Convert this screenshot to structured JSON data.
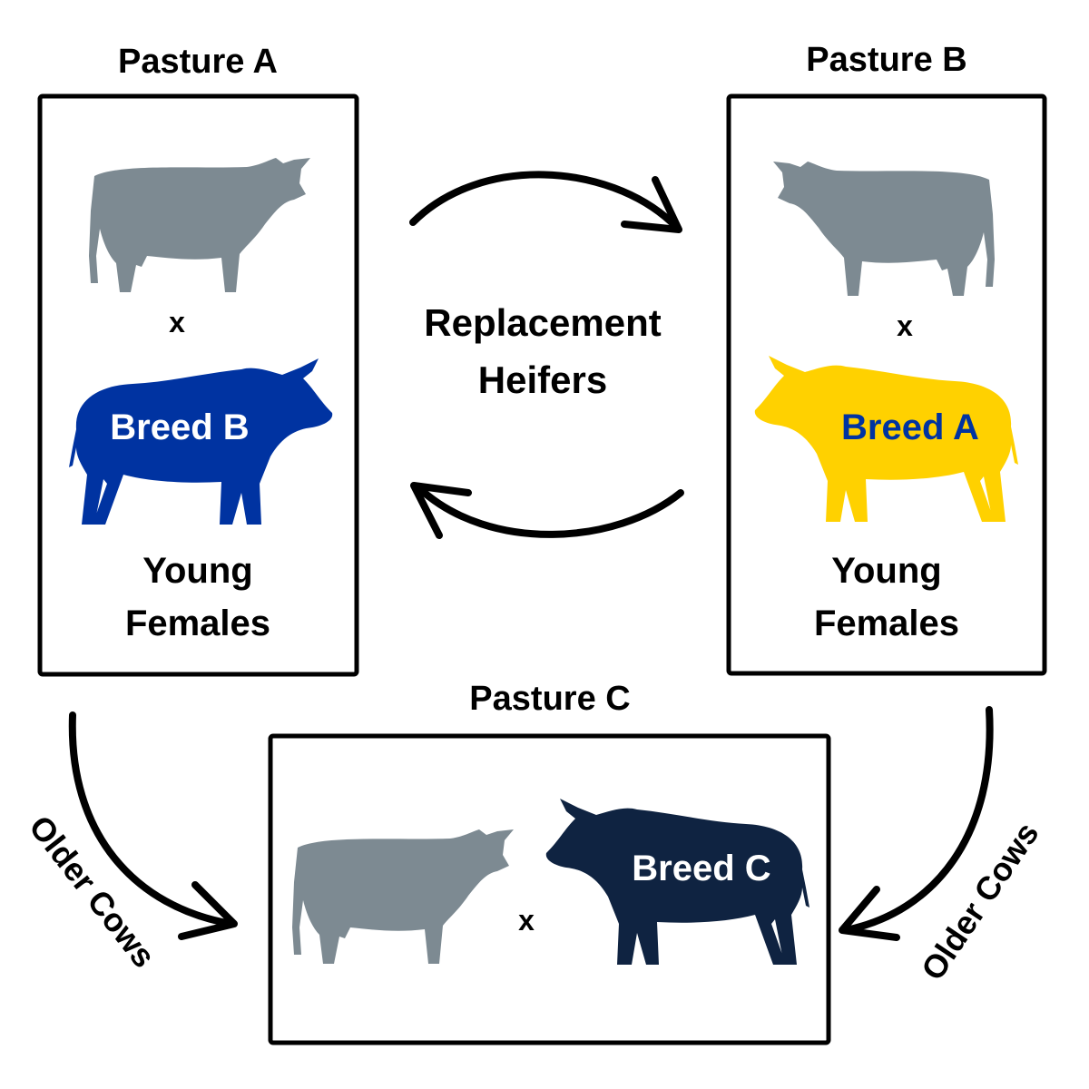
{
  "pastures": {
    "a": {
      "title": "Pasture A",
      "cross": "x",
      "bull_label": "Breed B",
      "group": [
        "Young",
        "Females"
      ]
    },
    "b": {
      "title": "Pasture B",
      "cross": "x",
      "bull_label": "Breed A",
      "group": [
        "Young",
        "Females"
      ]
    },
    "c": {
      "title": "Pasture C",
      "cross": "x",
      "bull_label": "Breed C"
    }
  },
  "flows": {
    "replacement": [
      "Replacement",
      "Heifers"
    ],
    "older_left": "Older Cows",
    "older_right": "Older Cows"
  },
  "colors": {
    "cow": "#7d8a92",
    "breed_a": "#ffd100",
    "breed_b": "#0033a1",
    "breed_c": "#0f2341",
    "breed_a_text": "#0033a1",
    "breed_text": "#ffffff"
  }
}
